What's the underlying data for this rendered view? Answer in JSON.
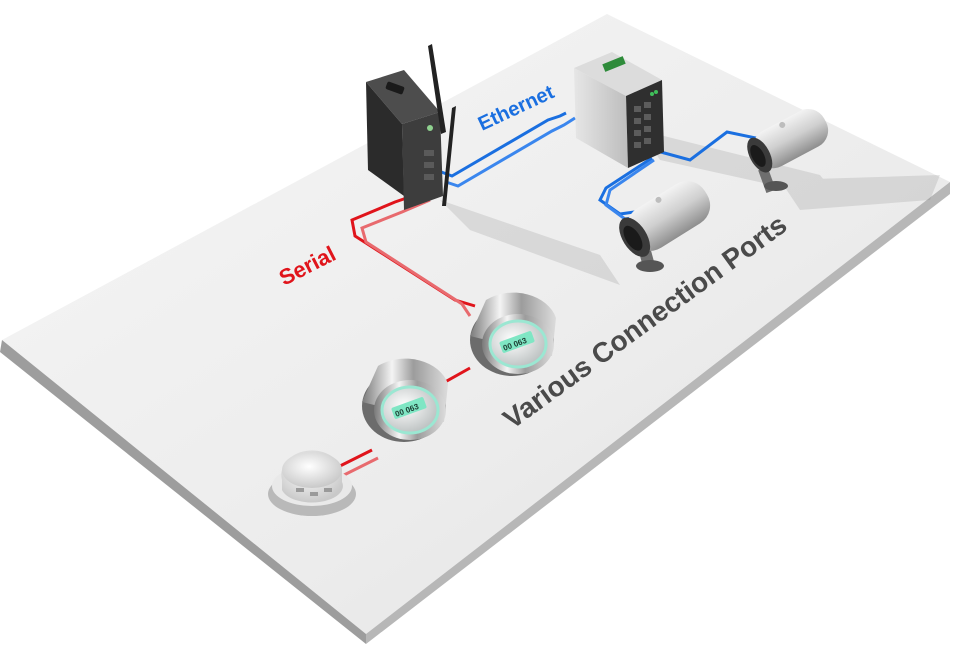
{
  "labels": {
    "serial": "Serial",
    "ethernet": "Ethernet",
    "title": "Various Connection Ports"
  },
  "meters": {
    "front_reading": "00 063",
    "back_reading": "00 063"
  },
  "colors": {
    "serial_line": "#e0141b",
    "ethernet_line": "#1a6fe0",
    "board_top": "#eeeeee",
    "board_edge": "#a9a9a9",
    "title_text": "#4a4a4a",
    "meter_display": "#7fe6c4"
  },
  "icons": [
    "gateway-router-icon",
    "ethernet-switch-icon",
    "camera-icon",
    "water-meter-icon",
    "smoke-detector-icon"
  ]
}
